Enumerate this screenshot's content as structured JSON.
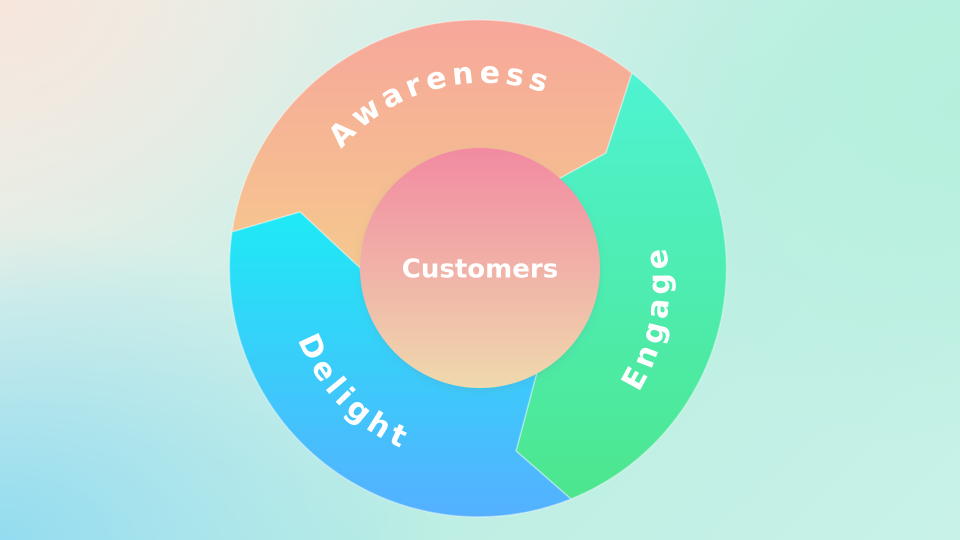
{
  "diagram": {
    "center": {
      "label": "Customers"
    },
    "segments": [
      {
        "id": "awareness",
        "label": "Awareness"
      },
      {
        "id": "engage",
        "label": "Engage"
      },
      {
        "id": "delight",
        "label": "Delight"
      }
    ]
  },
  "colors": {
    "awareness": [
      "#f7a79a",
      "#f5c88e"
    ],
    "engage": [
      "#4ef3d2",
      "#4de68e"
    ],
    "delight": [
      "#1eeaf5",
      "#55b0ff"
    ],
    "center": [
      "#f28aa2",
      "#efd9ad"
    ]
  }
}
